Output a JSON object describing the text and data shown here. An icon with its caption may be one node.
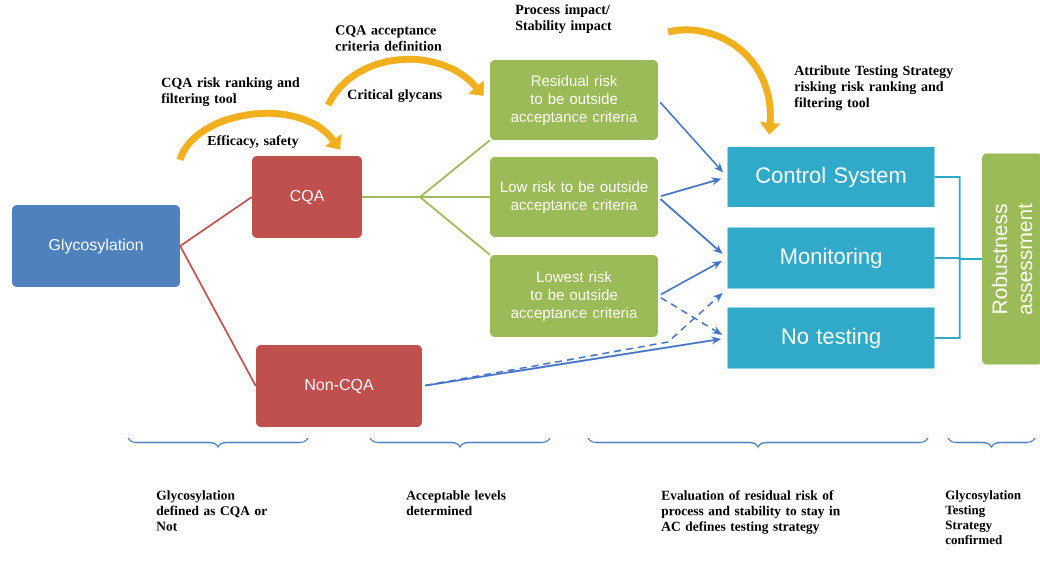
{
  "diagram": {
    "nodes": [
      {
        "text": [
          "Glycosylation"
        ]
      },
      {
        "text": [
          "CQA"
        ]
      },
      {
        "text": [
          "Non-CQA"
        ]
      },
      {
        "text": [
          "Residual risk to be outside acceptance criteria"
        ]
      },
      {
        "text": [
          "Low risk to be outside acceptance criteria"
        ]
      },
      {
        "text": [
          "Lowest risk to be outside acceptance criteria"
        ]
      },
      {
        "text": [
          "Control System"
        ]
      },
      {
        "text": [
          "Monitoring"
        ]
      },
      {
        "text": [
          "No testing"
        ]
      },
      {
        "text": [
          "Robustness assessment"
        ]
      }
    ],
    "edges": [
      {
        "from": 0,
        "to": 1,
        "arrow": "none",
        "color": "#c0504d"
      },
      {
        "from": 0,
        "to": 2,
        "arrow": "none",
        "color": "#c0504d"
      },
      {
        "from": 1,
        "to": 3,
        "arrow": "none",
        "color": "#9bbb59"
      },
      {
        "from": 1,
        "to": 4,
        "arrow": "none",
        "color": "#9bbb59"
      },
      {
        "from": 1,
        "to": 5,
        "arrow": "none",
        "color": "#9bbb59"
      },
      {
        "from": 3,
        "to": 6,
        "arrow": "to"
      },
      {
        "from": 4,
        "to": 6,
        "arrow": "to"
      },
      {
        "from": 4,
        "to": 7,
        "arrow": "to"
      },
      {
        "from": 5,
        "to": 7,
        "arrow": "to"
      },
      {
        "from": 5,
        "to": 8,
        "arrow": "to",
        "style": "dashed"
      },
      {
        "from": 2,
        "to": 7,
        "arrow": "to",
        "style": "dashed"
      },
      {
        "from": 2,
        "to": 8,
        "arrow": "to"
      },
      {
        "from": 6,
        "to": 9,
        "arrow": "none",
        "color": "#31a9c9"
      },
      {
        "from": 7,
        "to": 9,
        "arrow": "none",
        "color": "#31a9c9"
      },
      {
        "from": 8,
        "to": 9,
        "arrow": "none",
        "color": "#31a9c9"
      },
      {
        "from": null,
        "to": 1,
        "arrow": "to",
        "style": "thick",
        "color": "#f2b01e"
      },
      {
        "from": null,
        "to": 3,
        "arrow": "to",
        "style": "thick",
        "color": "#f2b01e"
      },
      {
        "from": null,
        "to": 6,
        "arrow": "to",
        "style": "thick",
        "color": "#f2b01e"
      }
    ],
    "labels": [
      "CQA risk ranking and filtering tool",
      "Efficacy, safety",
      "CQA acceptance criteria definition",
      "Critical glycans",
      "Process impact/ Stability impact",
      "Attribute Testing Strategy risking risk ranking and filtering tool",
      "Glycosylation defined as CQA or Not",
      "Acceptable levels determined",
      "Evaluation of residual risk of process and stability to stay in AC defines testing strategy",
      "Glycosylation Testing Strategy confirmed"
    ]
  }
}
